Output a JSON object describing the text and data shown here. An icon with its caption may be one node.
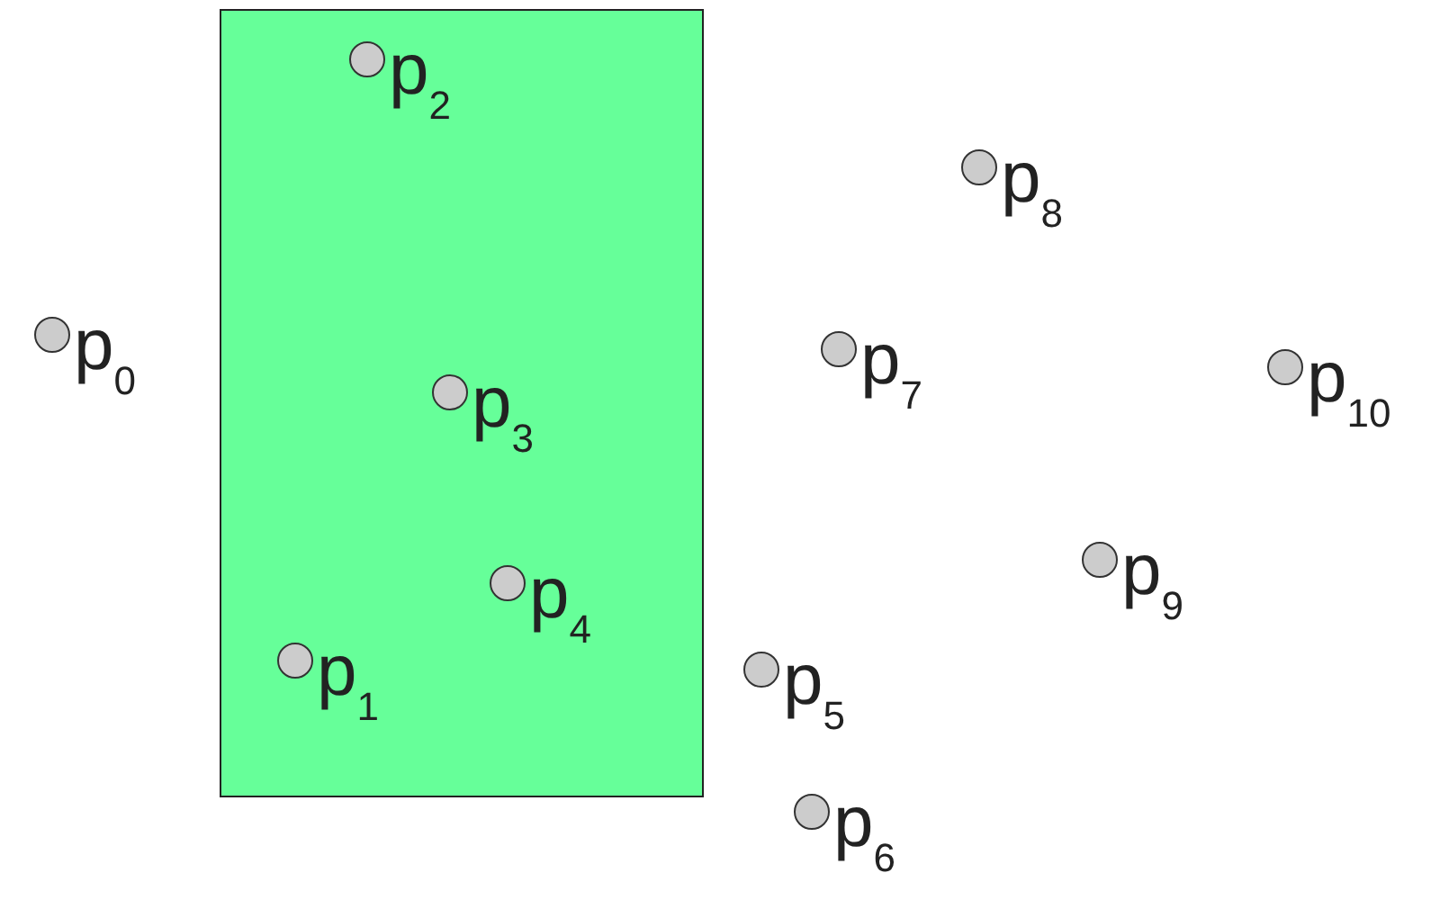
{
  "diagram": {
    "nodes": [
      {
        "text": [],
        "shape": "box"
      },
      {
        "text": [],
        "shape": "circle",
        "beside": [
          "p$_{0}$"
        ]
      },
      {
        "text": [],
        "shape": "circle",
        "beside": [
          "p$_{1}$"
        ],
        "in": 0
      },
      {
        "text": [],
        "shape": "circle",
        "beside": [
          "p$_{2}$"
        ],
        "in": 0
      },
      {
        "text": [],
        "shape": "circle",
        "beside": [
          "p$_{3}$"
        ],
        "in": 0
      },
      {
        "text": [],
        "shape": "circle",
        "beside": [
          "p$_{4}$"
        ],
        "in": 0
      },
      {
        "text": [],
        "shape": "circle",
        "beside": [
          "p$_{5}$"
        ]
      },
      {
        "text": [],
        "shape": "circle",
        "beside": [
          "p$_{6}$"
        ]
      },
      {
        "text": [],
        "shape": "circle",
        "beside": [
          "p$_{7}$"
        ]
      },
      {
        "text": [],
        "shape": "circle",
        "beside": [
          "p$_{8}$"
        ]
      },
      {
        "text": [],
        "shape": "circle",
        "beside": [
          "p$_{9}$"
        ]
      },
      {
        "text": [],
        "shape": "circle",
        "beside": [
          "p$_{10}$"
        ]
      }
    ]
  }
}
